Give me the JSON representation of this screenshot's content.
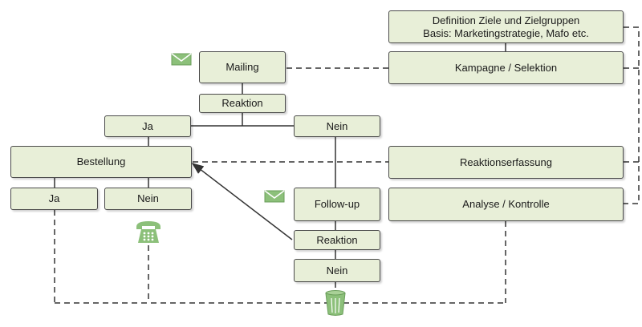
{
  "colors": {
    "box_fill": "#e8efd8",
    "box_border": "#4a4a4a",
    "line": "#333333",
    "icon_green": "#8cc07a"
  },
  "boxes": {
    "definition_line1": "Definition Ziele und Zielgruppen",
    "definition_line2": "Basis: Marketingstrategie, Mafo etc.",
    "kampagne": "Kampagne / Selektion",
    "mailing": "Mailing",
    "reaktion_top": "Reaktion",
    "ja_top": "Ja",
    "nein_top": "Nein",
    "bestellung": "Bestellung",
    "reaktionserfassung": "Reaktionserfassung",
    "ja_bottom": "Ja",
    "nein_bottom": "Nein",
    "followup": "Follow-up",
    "analyse": "Analyse / Kontrolle",
    "reaktion_bottom": "Reaktion",
    "nein_final": "Nein"
  },
  "icons": [
    "envelope-icon",
    "envelope-icon",
    "telephone-icon",
    "trash-bin-icon"
  ]
}
